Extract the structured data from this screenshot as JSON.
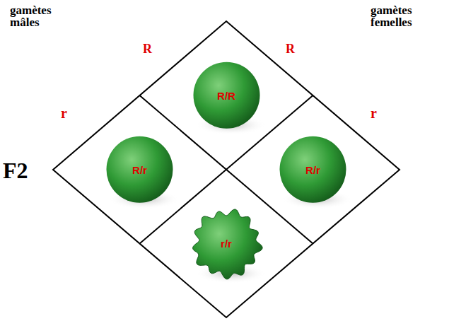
{
  "diagram": {
    "nodes": [
      {
        "text": [
          "R/R"
        ]
      },
      {
        "text": [
          "R/r"
        ]
      },
      {
        "text": [
          "R/r"
        ]
      },
      {
        "text": [
          "r/r"
        ]
      }
    ],
    "labels": [
      "gamètes mâles",
      "gamètes femelles",
      "R",
      "R",
      "r",
      "r",
      "F2"
    ]
  }
}
